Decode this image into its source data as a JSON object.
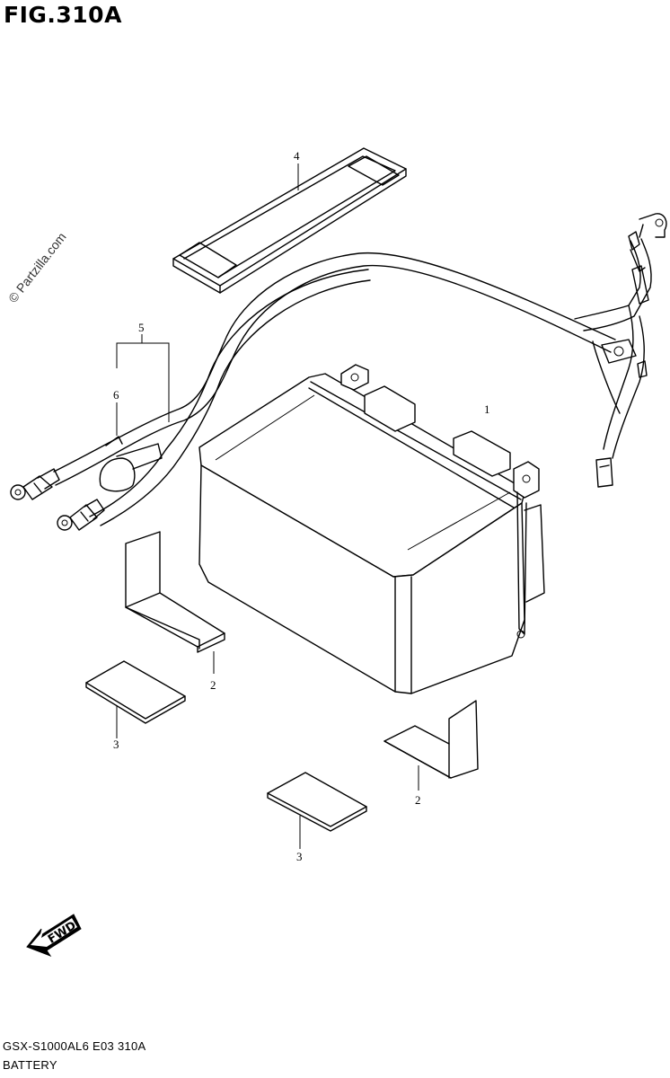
{
  "figure": {
    "title": "FIG.310A",
    "watermark": "© Partzilla.com",
    "fwd_label": "FWD"
  },
  "callouts": {
    "battery": "1",
    "spacer_left": "2",
    "spacer_right": "2",
    "pad_left": "3",
    "pad_right": "3",
    "strap": "4",
    "cable_set": "5",
    "terminal_cover": "6"
  },
  "footer": {
    "code": "GSX-S1000AL6  E03  310A",
    "name": "BATTERY"
  }
}
